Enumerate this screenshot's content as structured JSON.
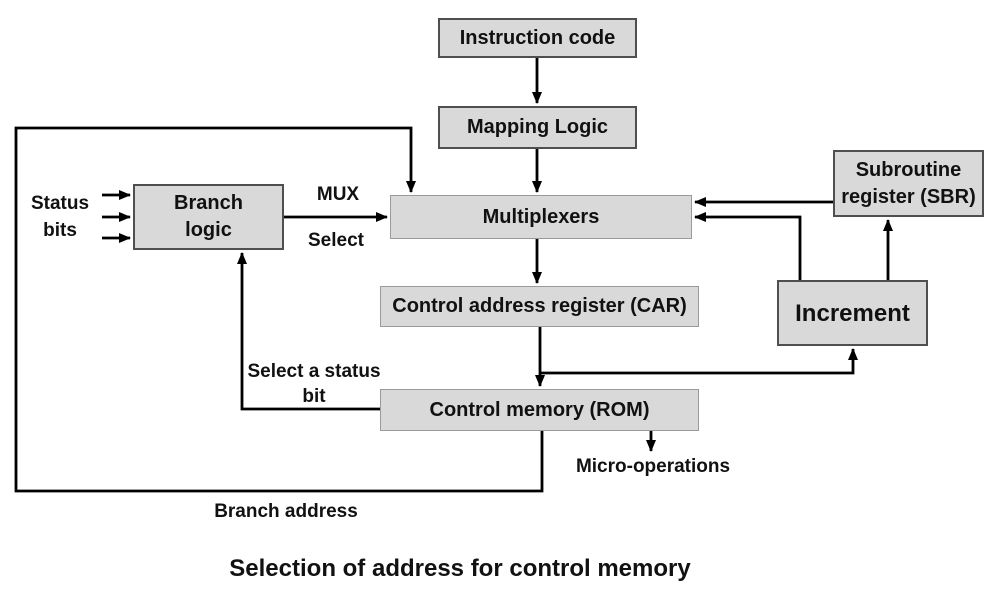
{
  "diagram": {
    "title": "Selection of address for control memory",
    "boxes": {
      "instruction_code": "Instruction code",
      "mapping_logic": "Mapping Logic",
      "branch_logic": {
        "line1": "Branch",
        "line2": "logic"
      },
      "multiplexers": "Multiplexers",
      "subroutine_register": {
        "line1": "Subroutine",
        "line2": "register (SBR)"
      },
      "increment": "Increment",
      "control_address_register": "Control address register (CAR)",
      "control_memory": "Control memory (ROM)"
    },
    "labels": {
      "status_bits": {
        "line1": "Status",
        "line2": "bits"
      },
      "mux": "MUX",
      "select": "Select",
      "select_status_bit": {
        "line1": "Select a status",
        "line2": "bit"
      },
      "micro_operations": "Micro-operations",
      "branch_address": "Branch address"
    },
    "colors": {
      "background": "#ffffff",
      "box_fill": "#d9d9d9",
      "box_border": "#4f4f4f",
      "line": "#000000",
      "text": "#111111"
    }
  }
}
